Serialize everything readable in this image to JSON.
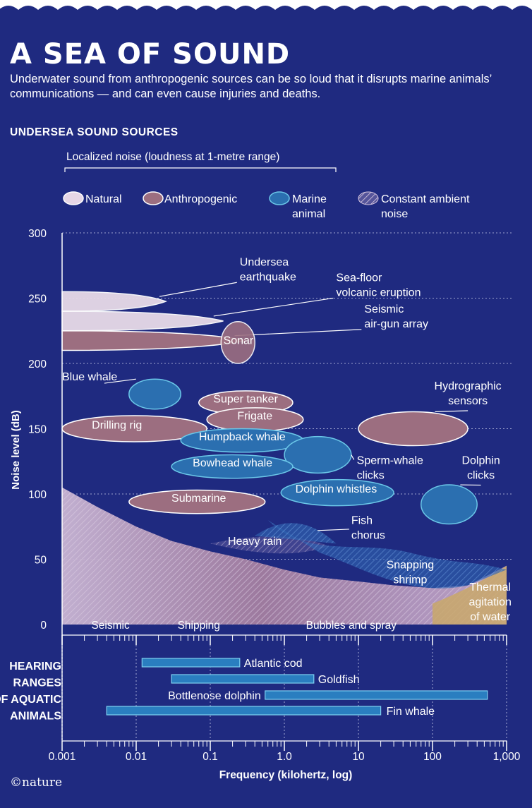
{
  "title": "A SEA OF SOUND",
  "subtitle": "Underwater sound from anthropogenic sources can be so loud that it disrupts marine animals’ communications — and can even cause injuries and deaths.",
  "section_title": "UNDERSEA SOUND SOURCES",
  "legend_heading": "Localized noise (loudness at 1-metre range)",
  "legend": [
    {
      "label": "Natural",
      "color": "#e6d6e6"
    },
    {
      "label": "Anthropogenic",
      "color": "#9c6e80"
    },
    {
      "label": "Marine\nanimal",
      "color": "#2b6fb0"
    },
    {
      "label": "Constant ambient\nnoise",
      "color": "#c8b4d4"
    }
  ],
  "colors": {
    "background": "#1f2a80",
    "natural": "#e8dae8",
    "anthropogenic": "#9c6e80",
    "marine": "#2b6fb0",
    "outline": "#6bc7e8",
    "ambient": "#c8b4d4",
    "thermal": "#c9a86a"
  },
  "chart_data": {
    "type": "chart",
    "xlabel": "Frequency (kilohertz, log)",
    "ylabel": "Noise level (dB)",
    "x_scale": "log",
    "xlim": [
      0.001,
      1000
    ],
    "ylim": [
      0,
      300
    ],
    "x_ticks": [
      "0.001",
      "0.01",
      "0.1",
      "1.0",
      "10",
      "100",
      "1,000"
    ],
    "y_ticks": [
      "0",
      "50",
      "100",
      "150",
      "200",
      "250",
      "300"
    ],
    "grid": true,
    "sources": [
      {
        "name": "Undersea\nearthquake",
        "category": "natural",
        "x_from": 0.001,
        "x_to": 0.025,
        "db_low": 240,
        "db_high": 255,
        "label_x": 0.25,
        "label_db": 275,
        "label_align": "start"
      },
      {
        "name": "Sea-floor\nvolcanic eruption",
        "category": "natural",
        "x_from": 0.001,
        "x_to": 0.15,
        "db_low": 225,
        "db_high": 240,
        "label_x": 5,
        "label_db": 263,
        "label_align": "start"
      },
      {
        "name": "Seismic\nair-gun array",
        "category": "anthropogenic",
        "x_from": 0.001,
        "x_to": 0.3,
        "db_low": 210,
        "db_high": 225,
        "label_x": 12,
        "label_db": 239,
        "label_align": "start"
      },
      {
        "name": "Sonar",
        "category": "anthropogenic",
        "x_from": 0.14,
        "x_to": 0.4,
        "db_low": 200,
        "db_high": 232,
        "label_x": 0.24,
        "label_db": 215,
        "label_align": "middle"
      },
      {
        "name": "Blue whale",
        "category": "marine",
        "x_from": 0.008,
        "x_to": 0.04,
        "db_low": 165,
        "db_high": 188,
        "label_x": 0.001,
        "label_db": 187,
        "label_align": "start"
      },
      {
        "name": "Super tanker",
        "category": "anthropogenic",
        "x_from": 0.07,
        "x_to": 1.3,
        "db_low": 161,
        "db_high": 179,
        "label_x": 0.3,
        "label_db": 170,
        "label_align": "middle"
      },
      {
        "name": "Frigate",
        "category": "anthropogenic",
        "x_from": 0.09,
        "x_to": 1.8,
        "db_low": 148,
        "db_high": 166,
        "label_x": 0.4,
        "label_db": 157,
        "label_align": "middle"
      },
      {
        "name": "Drilling rig",
        "category": "anthropogenic",
        "x_from": 0.001,
        "x_to": 0.09,
        "db_low": 140,
        "db_high": 160,
        "label_x": 0.0055,
        "label_db": 150,
        "label_align": "middle"
      },
      {
        "name": "Hydrographic\nsensors",
        "category": "anthropogenic",
        "x_from": 10,
        "x_to": 300,
        "db_low": 137,
        "db_high": 163,
        "label_x": 300,
        "label_db": 180,
        "label_align": "middle"
      },
      {
        "name": "Humpback whale",
        "category": "marine",
        "x_from": 0.04,
        "x_to": 1.8,
        "db_low": 132,
        "db_high": 150,
        "label_x": 0.27,
        "label_db": 141,
        "label_align": "middle"
      },
      {
        "name": "Sperm-whale\nclicks",
        "category": "marine",
        "x_from": 1.0,
        "x_to": 8.0,
        "db_low": 116,
        "db_high": 144,
        "label_x": 9.5,
        "label_db": 123,
        "label_align": "start"
      },
      {
        "name": "Bowhead whale",
        "category": "marine",
        "x_from": 0.03,
        "x_to": 1.3,
        "db_low": 112,
        "db_high": 130,
        "label_x": 0.2,
        "label_db": 121,
        "label_align": "middle"
      },
      {
        "name": "Dolphin\nclicks",
        "category": "marine",
        "x_from": 70,
        "x_to": 400,
        "db_low": 77,
        "db_high": 107,
        "label_x": 450,
        "label_db": 123,
        "label_align": "middle"
      },
      {
        "name": "Dolphin whistles",
        "category": "marine",
        "x_from": 0.9,
        "x_to": 30,
        "db_low": 91,
        "db_high": 111,
        "label_x": 5,
        "label_db": 101,
        "label_align": "middle"
      },
      {
        "name": "Submarine",
        "category": "anthropogenic",
        "x_from": 0.008,
        "x_to": 0.55,
        "db_low": 85,
        "db_high": 103,
        "label_x": 0.07,
        "label_db": 94,
        "label_align": "middle"
      },
      {
        "name": "Fish\nchorus",
        "category": "ambient",
        "x_from": 0.4,
        "x_to": 5,
        "db_low": 55,
        "db_high": 80,
        "label_x": 8,
        "label_db": 77,
        "label_align": "start"
      },
      {
        "name": "Heavy rain",
        "category": "ambient",
        "x_from": 0.1,
        "x_to": 4,
        "db_low": 55,
        "db_high": 70,
        "label_x": 0.4,
        "label_db": 61,
        "label_align": "middle"
      },
      {
        "name": "Snapping\nshrimp",
        "category": "ambient",
        "x_from": 3,
        "x_to": 300,
        "db_low": 30,
        "db_high": 60,
        "label_x": 50,
        "label_db": 43,
        "label_align": "middle"
      },
      {
        "name": "Thermal\nagitation\nof water",
        "category": "ambient",
        "x_from": 100,
        "x_to": 1000,
        "db_low": 0,
        "db_high": 45,
        "label_x": 600,
        "label_db": 26,
        "label_align": "middle"
      }
    ],
    "ambient_band_labels": [
      {
        "text": "Seismic",
        "x": 0.0045
      },
      {
        "text": "Shipping",
        "x": 0.07
      },
      {
        "text": "Bubbles and spray",
        "x": 8
      }
    ],
    "hearing_title": "HEARING\nRANGES\nOF AQUATIC\nANIMALS",
    "hearing_ranges": [
      {
        "name": "Atlantic cod",
        "x_from": 0.012,
        "x_to": 0.25
      },
      {
        "name": "Goldfish",
        "x_from": 0.03,
        "x_to": 2.5
      },
      {
        "name": "Bottlenose dolphin",
        "x_from": 0.55,
        "x_to": 550
      },
      {
        "name": "Fin whale",
        "x_from": 0.004,
        "x_to": 20
      }
    ]
  },
  "publisher": "©nature"
}
